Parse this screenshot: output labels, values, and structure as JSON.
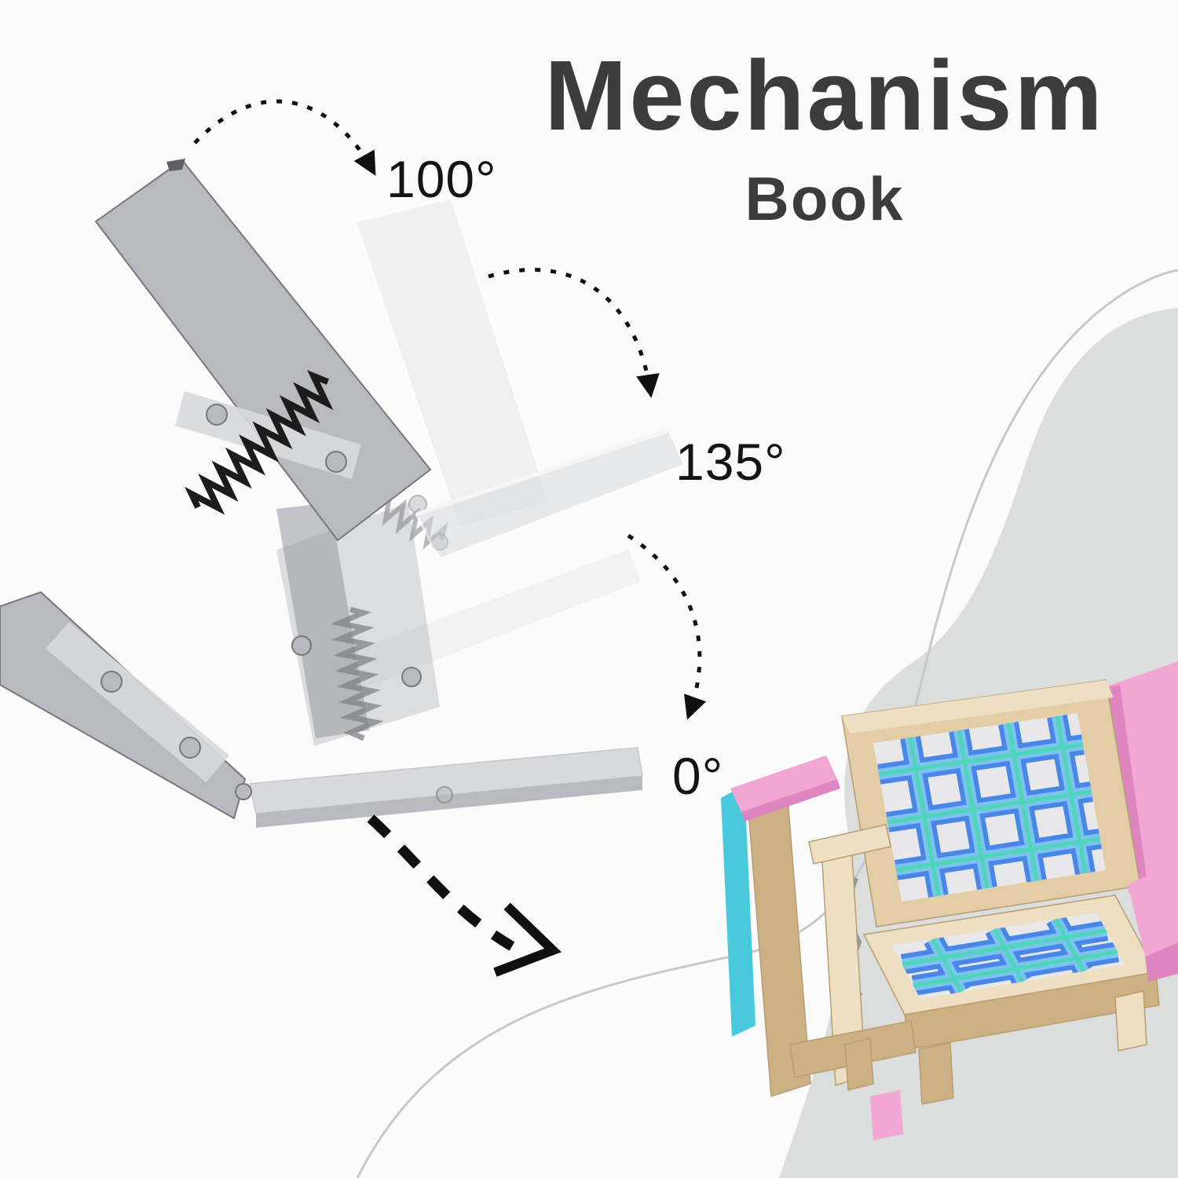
{
  "title": {
    "main": "Mechanism",
    "sub": "Book"
  },
  "labels": {
    "angle_100": "100°",
    "angle_135": "135°",
    "angle_0": "0°"
  },
  "colors": {
    "background": "#fbfbfb",
    "dune": "#dcdddd",
    "outline": "#c7c8c9",
    "title_text": "#3c3c3c",
    "label_text": "#141414",
    "arrow": "#101010",
    "metal_light": "#d8d9dc",
    "metal_mid": "#b9bac0",
    "metal_dark": "#96979c",
    "metal_edge": "#77787d",
    "ghost": "#e9eaec",
    "spring_dark": "#1c1c1c",
    "spring_gray": "#808187",
    "wood_light": "#eedfc2",
    "wood_mid": "#e2cda6",
    "wood_dark": "#cdb184",
    "wood_edge": "#b79d72",
    "webbing_blue": "#4a86e8",
    "webbing_light": "#7cc4ee",
    "webbing_teal": "#4ed6b8",
    "pink": "#f2a6d4",
    "pink_dark": "#df85bf",
    "teal_panel": "#49c9db"
  }
}
